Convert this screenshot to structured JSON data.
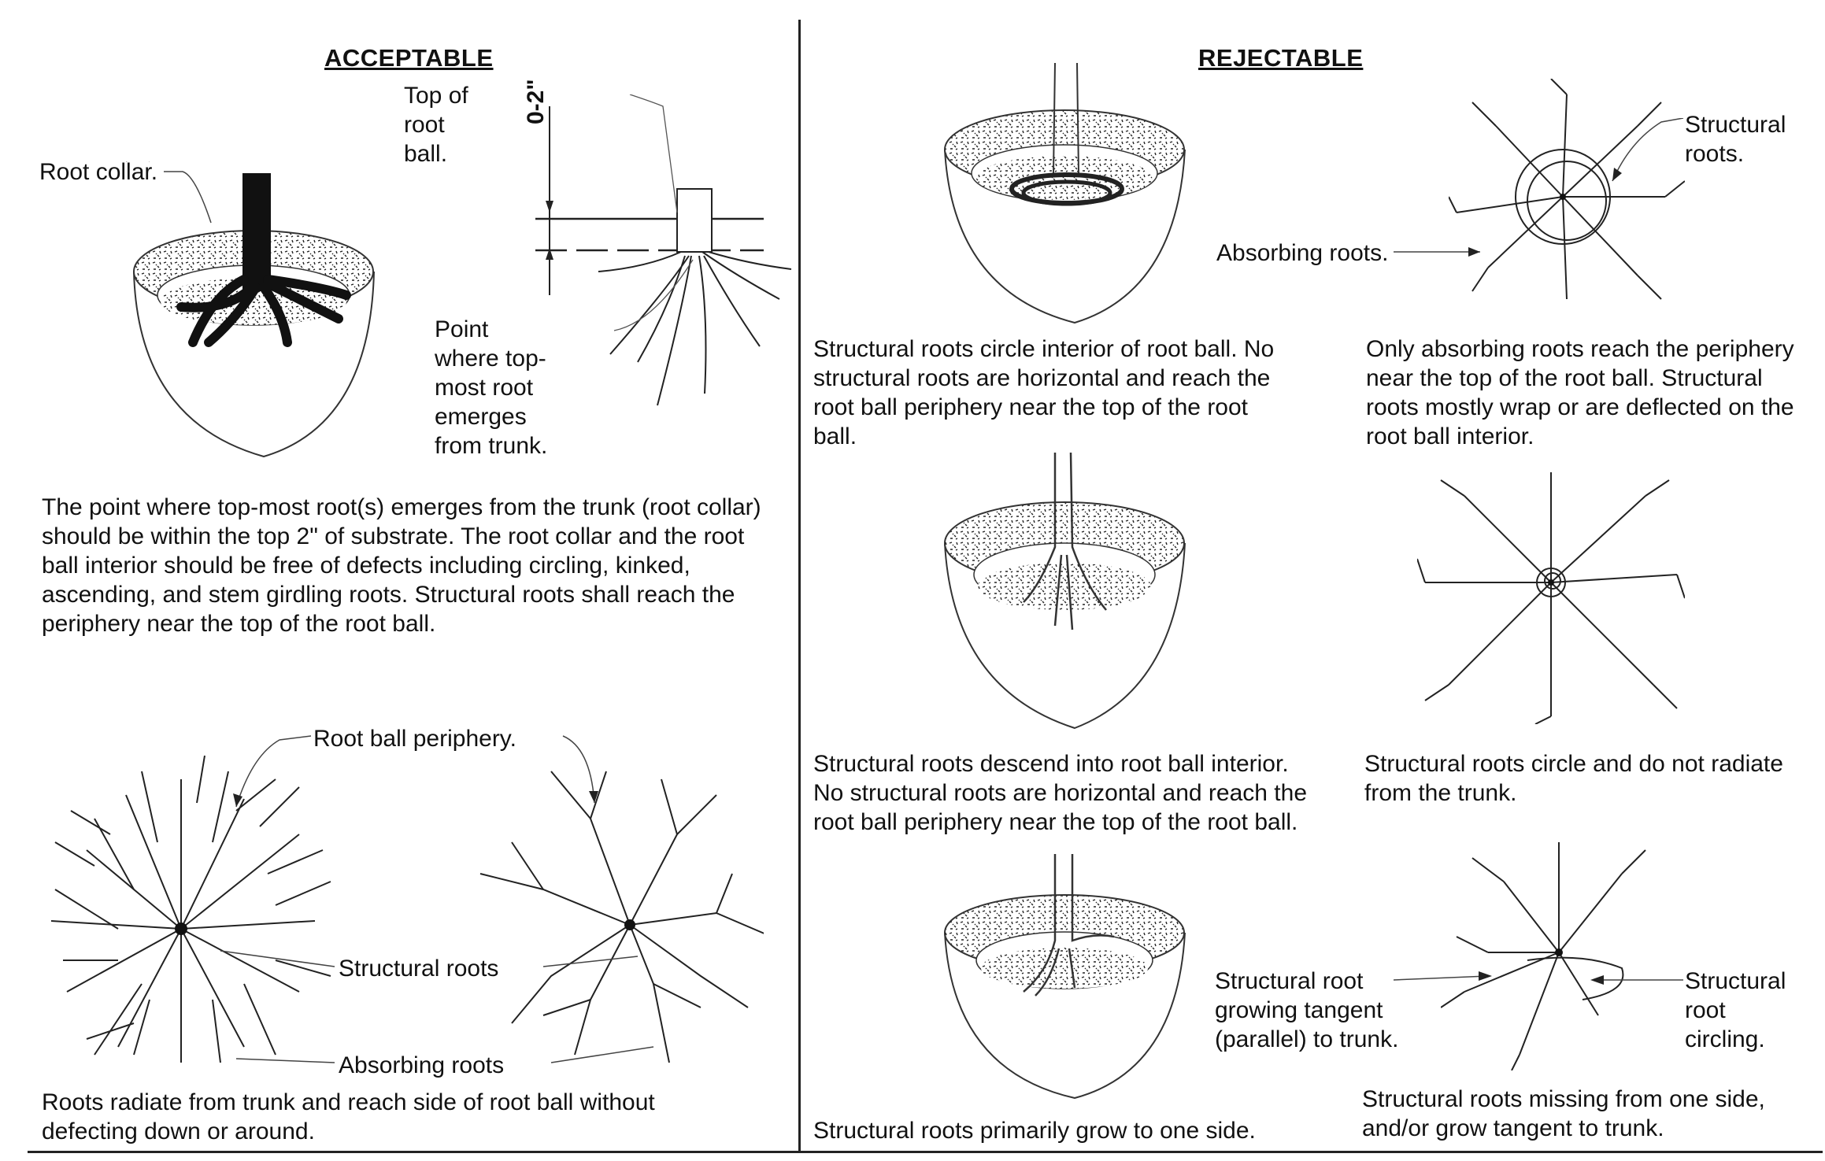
{
  "acceptable": {
    "header": "ACCEPTABLE",
    "labels": {
      "root_collar": "Root collar.",
      "top_of_root_ball": [
        "Top of",
        "root",
        "ball."
      ],
      "dimension": "0-2\"",
      "point_emerges": [
        "Point",
        "where top-",
        "most root",
        "emerges",
        "from trunk."
      ],
      "root_ball_periphery": "Root ball periphery.",
      "structural_roots": "Structural roots",
      "absorbing_roots": "Absorbing roots"
    },
    "description": [
      "The point where top-most root(s) emerges from the trunk (root collar)",
      "should be within the top 2\" of substrate. The root collar and the root",
      "ball interior should be free of defects including circling, kinked,",
      "ascending, and stem girdling roots. Structural roots shall reach the",
      "periphery near the top of the root ball."
    ],
    "caption_bottom": [
      "Roots radiate from trunk and reach side of root ball without",
      "defecting down or around."
    ]
  },
  "rejectable": {
    "header": "REJECTABLE",
    "labels": {
      "structural_roots": [
        "Structural",
        "roots."
      ],
      "absorbing_roots": "Absorbing roots.",
      "tangent": [
        "Structural root",
        "growing tangent",
        "(parallel) to trunk."
      ],
      "circling": [
        "Structural",
        "root",
        "circling."
      ]
    },
    "captions": {
      "r1_left": [
        "Structural roots circle interior of root ball. No",
        "structural roots are horizontal and reach the",
        "root ball periphery near the top of the root",
        "ball."
      ],
      "r1_right": [
        "Only absorbing roots reach the periphery",
        "near the top of the root ball. Structural",
        "roots mostly wrap or are deflected on the",
        "root ball interior."
      ],
      "r2_left": [
        "Structural roots descend into root ball interior.",
        "No structural roots are horizontal and reach the",
        "root ball periphery near the top of the root ball."
      ],
      "r2_right": [
        "Structural roots circle and do not radiate",
        "from the trunk."
      ],
      "r3_left": [
        "Structural roots primarily grow to one side."
      ],
      "r3_right": [
        "Structural roots missing from one side,",
        "and/or grow tangent to trunk."
      ]
    }
  }
}
